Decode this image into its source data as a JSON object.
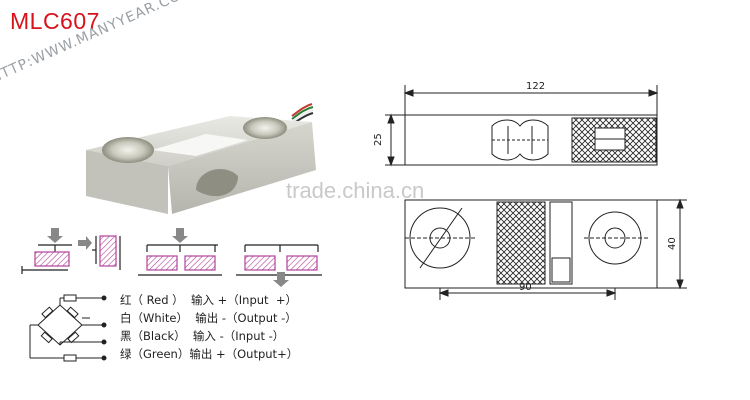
{
  "model": "MLC607",
  "watermark_url": "HTTP:WWW.MANYYEAR.COM",
  "watermark_site": "trade.china.cn",
  "dimensions": {
    "length": "122",
    "height": "25",
    "width": "40",
    "hole_spacing": "90"
  },
  "wiring": [
    {
      "line": "红（ Red ）  输入 +（Input  +）"
    },
    {
      "line": "白（White）  输出 -（Output -）"
    },
    {
      "line": "黑（Black）  输入 -（Input -）"
    },
    {
      "line": "绿（Green）输出 +（Output+）"
    }
  ],
  "colors": {
    "title": "#d8121b",
    "hatch": "#b0429a"
  }
}
